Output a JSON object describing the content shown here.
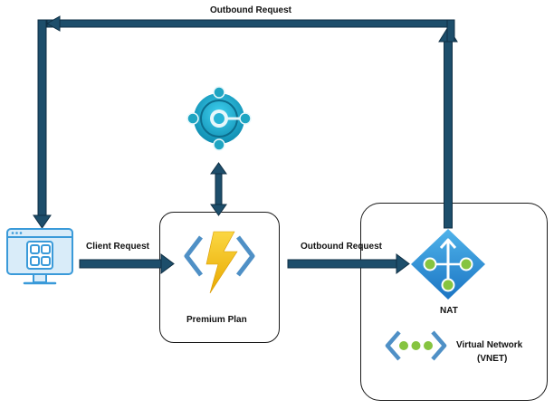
{
  "labels": {
    "outbound_top": "Outbound Request",
    "client_request": "Client Request",
    "outbound_mid": "Outbound Request",
    "premium_plan": "Premium Plan",
    "nat": "NAT",
    "vnet_line1": "Virtual Network",
    "vnet_line2": "(VNET)"
  },
  "colors": {
    "arrow": "#1d4e6b",
    "arrow_outline": "#0f2f44",
    "box_border": "#1a1a1a",
    "client_blue": "#3a9ad9",
    "bolt_yellow": "#f5c518",
    "bracket_blue": "#4f90c6",
    "nat_blue": "#2a8fd6",
    "node_green": "#86c440",
    "hub_teal": "#1fa5c2"
  },
  "icons": {
    "client": "client-web-app-icon",
    "function": "azure-function-icon",
    "nat": "nat-gateway-icon",
    "vnet": "virtual-network-icon",
    "cosmos": "cosmos-db-icon"
  }
}
